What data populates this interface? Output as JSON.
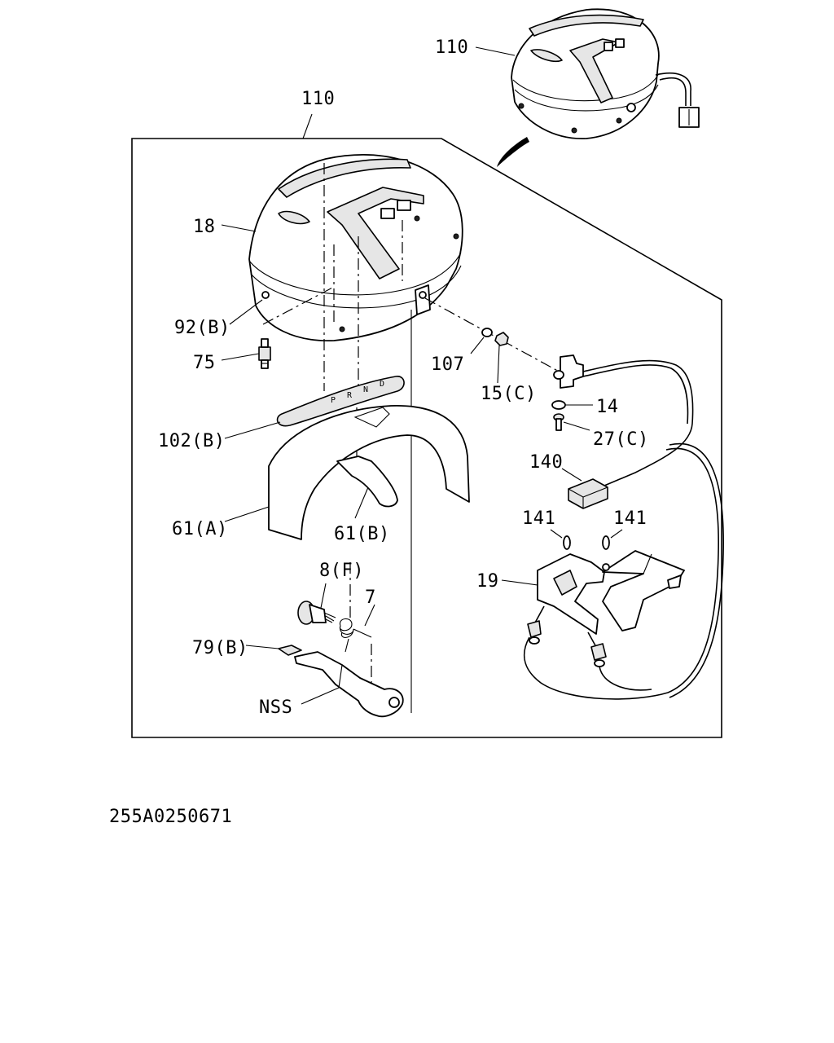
{
  "diagram_id": "255A0250671",
  "callouts": {
    "c110_top": "110",
    "c110_frame": "110",
    "c18": "18",
    "c92b": "92(B)",
    "c75": "75",
    "c107": "107",
    "c15c": "15(C)",
    "c14": "14",
    "c27c": "27(C)",
    "c140": "140",
    "c102b": "102(B)",
    "c61a": "61(A)",
    "c61b": "61(B)",
    "c141_left": "141",
    "c141_right": "141",
    "c19": "19",
    "c8f": "8(F)",
    "c7": "7",
    "c79b": "79(B)",
    "nss": "NSS"
  }
}
